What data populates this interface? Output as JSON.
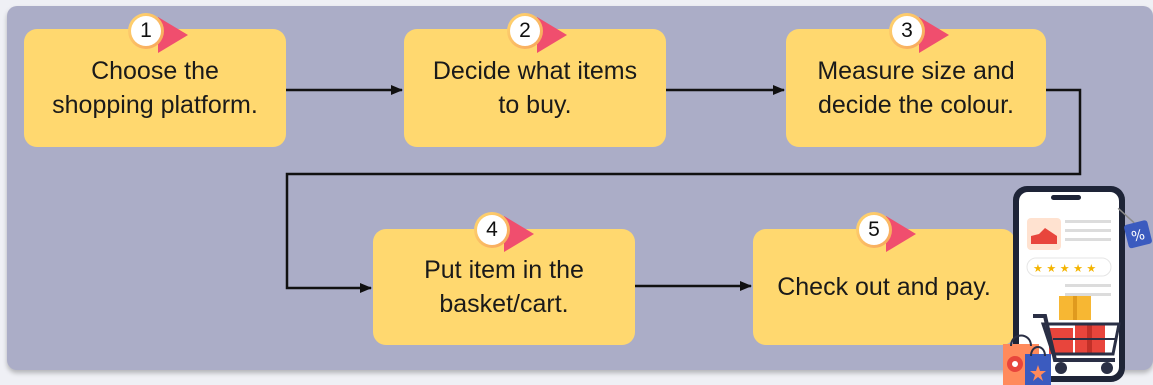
{
  "steps": [
    {
      "number": "1",
      "text": "Choose the\nshopping platform."
    },
    {
      "number": "2",
      "text": "Decide what items\nto buy."
    },
    {
      "number": "3",
      "text": "Measure size and\ndecide the colour."
    },
    {
      "number": "4",
      "text": "Put item in the\nbasket/cart."
    },
    {
      "number": "5",
      "text": "Check out and pay."
    }
  ],
  "illustration": {
    "icon": "smartphone-shopping-icon",
    "discount_tag": "%"
  },
  "colors": {
    "panel": "#abadc7",
    "step_box": "#ffd86f",
    "badge_triangle": "#f04e6e",
    "connector": "#111111"
  }
}
